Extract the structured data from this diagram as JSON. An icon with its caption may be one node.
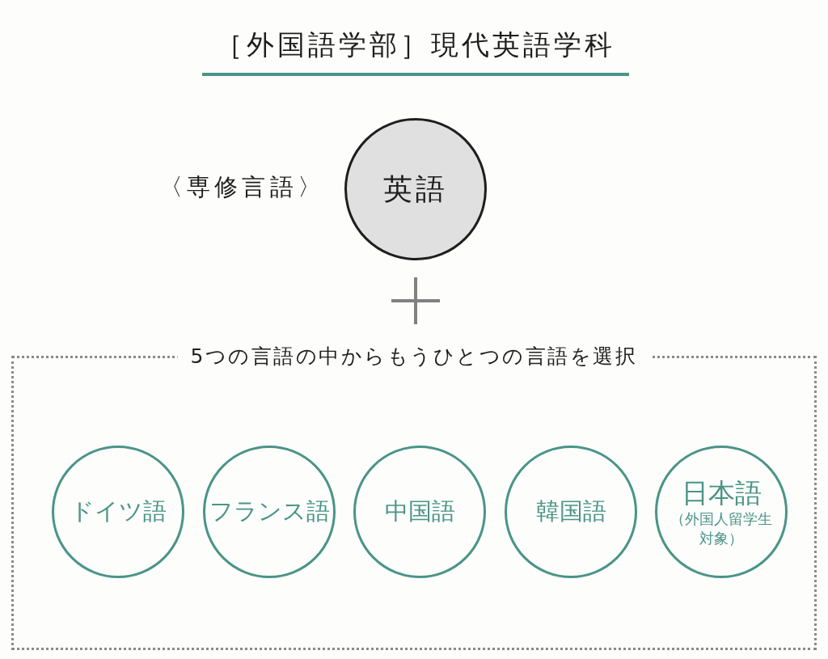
{
  "diagram": {
    "title": "［外国語学部］現代英語学科",
    "nodes": [
      {
        "text": [
          "英語"
        ],
        "beside": [
          "〈専修言語〉"
        ]
      },
      {
        "text": [
          "5つの言語の中からもうひとつの言語を選択"
        ]
      },
      {
        "text": [
          "ドイツ語"
        ],
        "in": 1
      },
      {
        "text": [
          "フランス語"
        ],
        "in": 1
      },
      {
        "text": [
          "中国語"
        ],
        "in": 1
      },
      {
        "text": [
          "韓国語"
        ],
        "in": 1
      },
      {
        "text": [
          "日本語",
          "（外国人留学生対象）"
        ],
        "in": 1
      }
    ],
    "edges": []
  }
}
